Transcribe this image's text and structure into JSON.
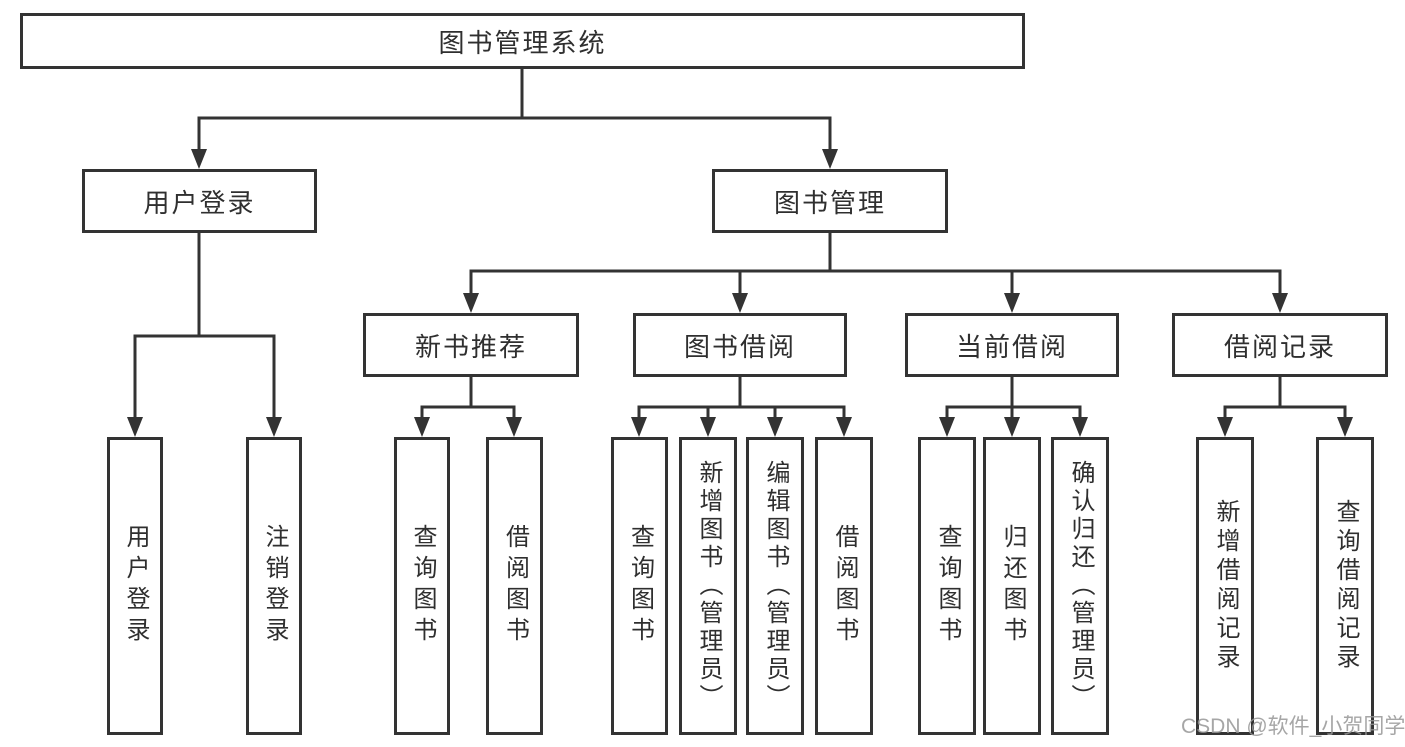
{
  "diagram": {
    "title": "图书管理系统",
    "level2": [
      {
        "label": "用户登录"
      },
      {
        "label": "图书管理"
      }
    ],
    "level3": [
      {
        "label": "新书推荐"
      },
      {
        "label": "图书借阅"
      },
      {
        "label": "当前借阅"
      },
      {
        "label": "借阅记录"
      }
    ],
    "leaves": [
      {
        "label": "用户登录"
      },
      {
        "label": "注销登录"
      },
      {
        "label": "查询图书"
      },
      {
        "label": "借阅图书"
      },
      {
        "label": "查询图书"
      },
      {
        "label": "新增图书（管理员）"
      },
      {
        "label": "编辑图书（管理员）"
      },
      {
        "label": "借阅图书"
      },
      {
        "label": "查询图书"
      },
      {
        "label": "归还图书"
      },
      {
        "label": "确认归还（管理员）"
      },
      {
        "label": "新增借阅记录"
      },
      {
        "label": "查询借阅记录"
      }
    ],
    "watermark": "CSDN @软件_小贺同学",
    "colors": {
      "line": "#333333",
      "box_border": "#333333",
      "text": "#2f2f2f",
      "watermark": "#969696",
      "background": "#ffffff"
    }
  }
}
